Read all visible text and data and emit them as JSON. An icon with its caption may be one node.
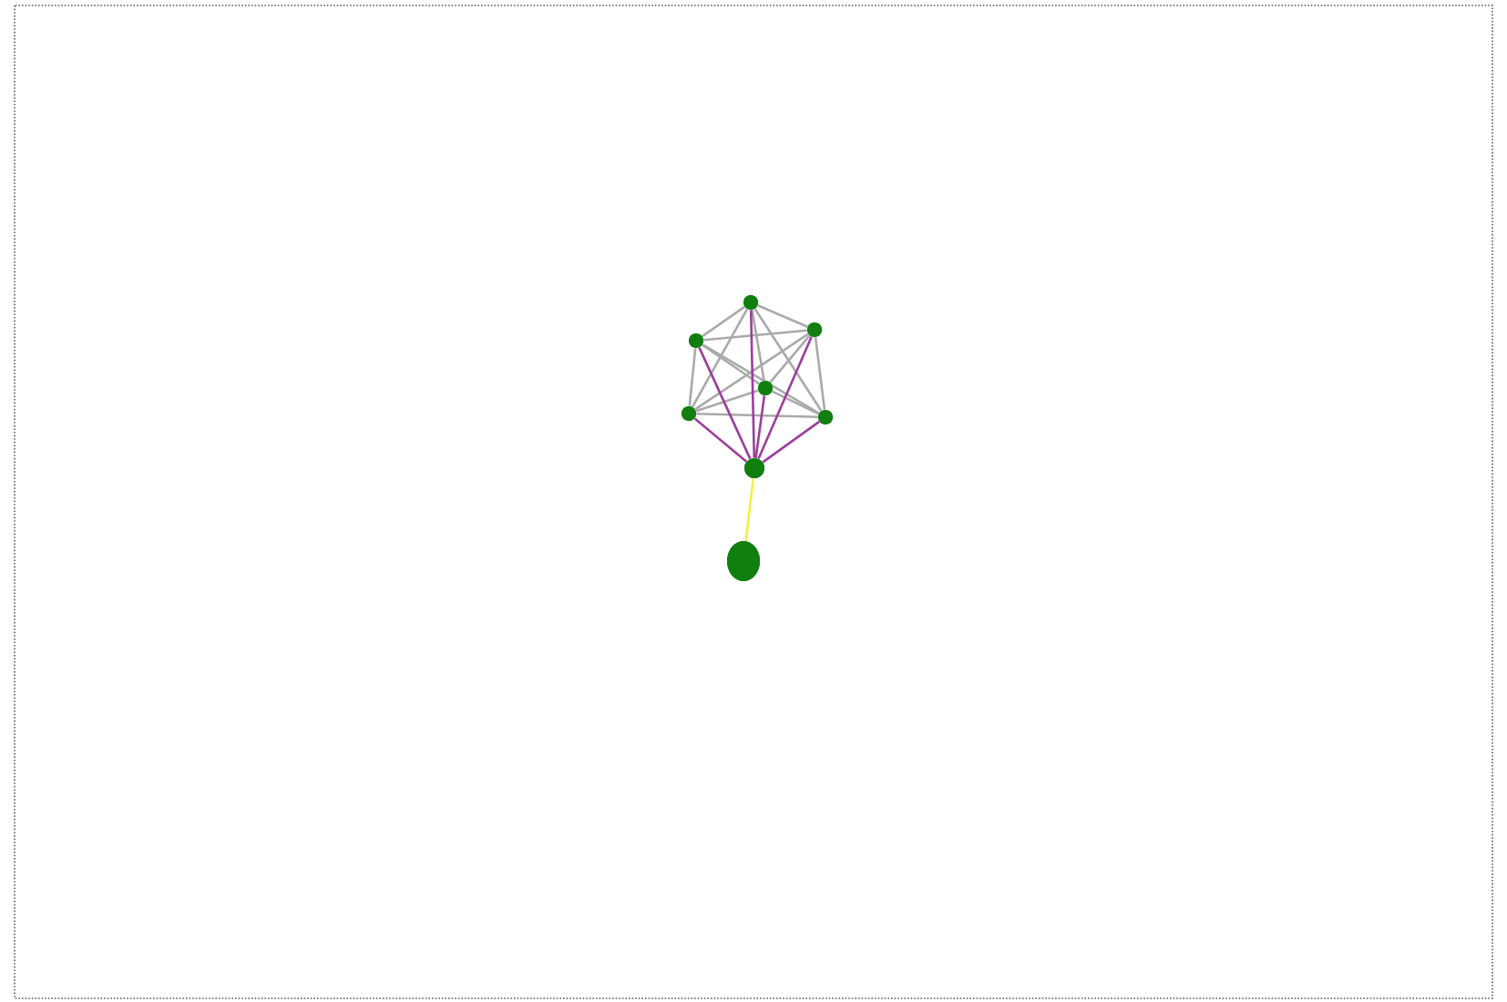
{
  "diagram": {
    "nodes": [
      {
        "text": [],
        "shape": "circle"
      },
      {
        "text": [],
        "shape": "circle"
      },
      {
        "text": [],
        "shape": "circle"
      },
      {
        "text": [],
        "shape": "circle"
      },
      {
        "text": [],
        "shape": "circle"
      },
      {
        "text": [],
        "shape": "circle"
      },
      {
        "text": [],
        "shape": "circle"
      },
      {
        "text": [],
        "shape": "circle"
      }
    ],
    "edges": [
      {
        "from": 0,
        "to": 1,
        "arrow": "none"
      },
      {
        "from": 0,
        "to": 2,
        "arrow": "none"
      },
      {
        "from": 0,
        "to": 3,
        "arrow": "none"
      },
      {
        "from": 0,
        "to": 4,
        "arrow": "none"
      },
      {
        "from": 0,
        "to": 5,
        "arrow": "none"
      },
      {
        "from": 1,
        "to": 2,
        "arrow": "none"
      },
      {
        "from": 1,
        "to": 3,
        "arrow": "none"
      },
      {
        "from": 1,
        "to": 4,
        "arrow": "none"
      },
      {
        "from": 1,
        "to": 5,
        "arrow": "none"
      },
      {
        "from": 2,
        "to": 3,
        "arrow": "none"
      },
      {
        "from": 2,
        "to": 4,
        "arrow": "none"
      },
      {
        "from": 2,
        "to": 5,
        "arrow": "none"
      },
      {
        "from": 3,
        "to": 4,
        "arrow": "none"
      },
      {
        "from": 3,
        "to": 5,
        "arrow": "none"
      },
      {
        "from": 4,
        "to": 5,
        "arrow": "none"
      },
      {
        "from": 6,
        "to": 0,
        "arrow": "none",
        "color": "#9b3f9b"
      },
      {
        "from": 6,
        "to": 1,
        "arrow": "none",
        "color": "#9b3f9b"
      },
      {
        "from": 6,
        "to": 2,
        "arrow": "none",
        "color": "#9b3f9b"
      },
      {
        "from": 6,
        "to": 3,
        "arrow": "none",
        "color": "#9b3f9b"
      },
      {
        "from": 6,
        "to": 4,
        "arrow": "none",
        "color": "#9b3f9b"
      },
      {
        "from": 6,
        "to": 5,
        "arrow": "none",
        "color": "#9b3f9b"
      },
      {
        "from": 6,
        "to": 7,
        "arrow": "none",
        "color": "#f0f040"
      }
    ]
  }
}
